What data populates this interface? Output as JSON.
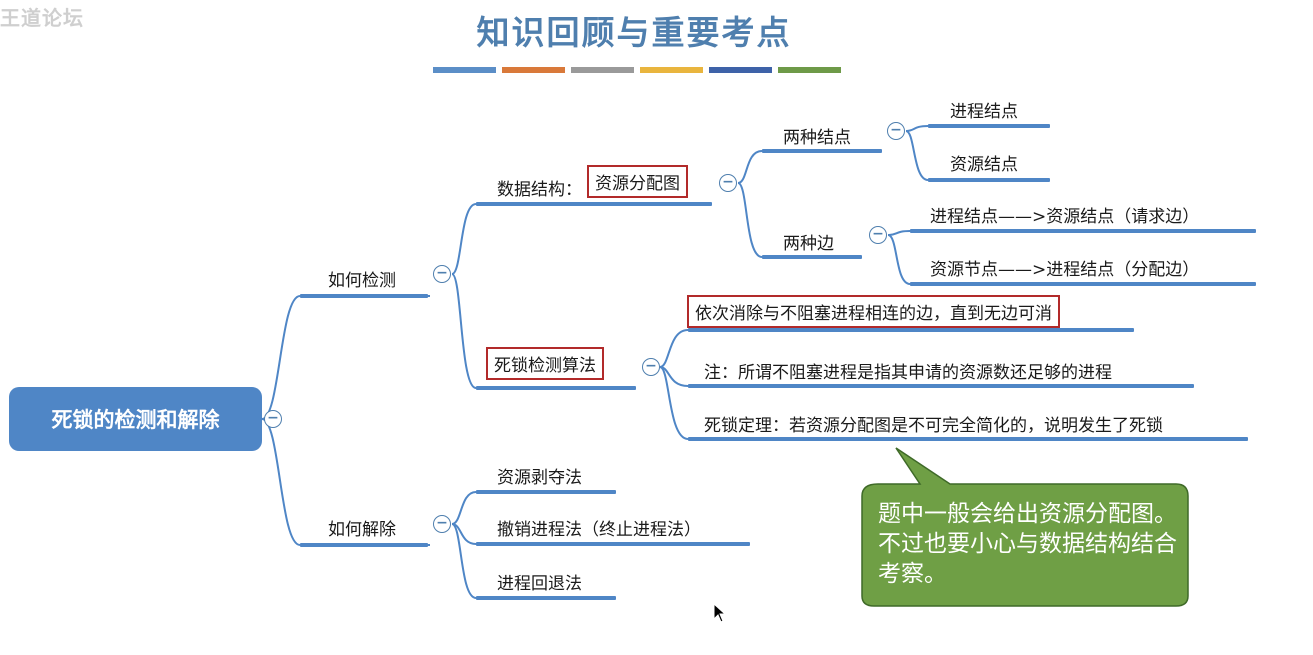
{
  "watermark": "王道论坛",
  "title": "知识回顾与重要考点",
  "color_strip": [
    "#5b8ec7",
    "#d9793a",
    "#9a9a9a",
    "#e9b53e",
    "#3e62a8",
    "#6e9a48"
  ],
  "root": {
    "label": "死锁的检测和解除"
  },
  "detect": {
    "label": "如何检测",
    "data_structure": {
      "label_prefix": "数据结构：",
      "label_boxed": "资源分配图",
      "two_nodes": {
        "label": "两种结点",
        "children": [
          "进程结点",
          "资源结点"
        ]
      },
      "two_edges": {
        "label": "两种边",
        "children": [
          "进程结点——>资源结点（请求边）",
          "资源节点——>进程结点（分配边）"
        ]
      }
    },
    "algorithm": {
      "label": "死锁检测算法",
      "steps": [
        "依次消除与不阻塞进程相连的边，直到无边可消",
        "注：所谓不阻塞进程是指其申请的资源数还足够的进程",
        "死锁定理：若资源分配图是不可完全简化的，说明发生了死锁"
      ]
    }
  },
  "resolve": {
    "label": "如何解除",
    "methods": [
      "资源剥夺法",
      "撤销进程法（终止进程法）",
      "进程回退法"
    ]
  },
  "callout": {
    "text": "题中一般会给出资源分配图。不过也要小心与数据结构结合考察。"
  },
  "icons": {
    "collapse": "−"
  }
}
